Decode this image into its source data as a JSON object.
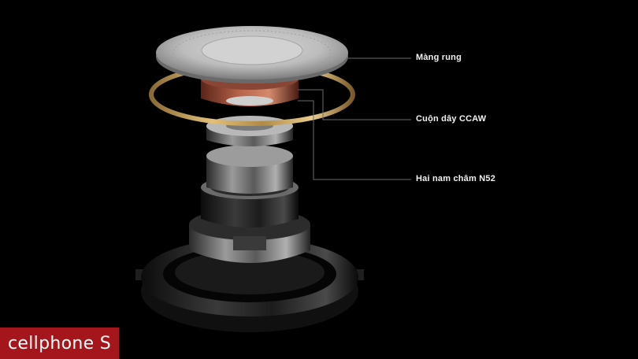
{
  "labels": {
    "diaphragm": "Màng rung",
    "coil": "Cuộn dây CCAW",
    "magnets": "Hai nam châm N52"
  },
  "brand": {
    "logo_text": "cellphone S",
    "color": "#a5151c"
  },
  "colors": {
    "background": "#000000",
    "gold_ring": "#c9a45a",
    "copper_coil": "#a4533f",
    "diaphragm": "#c8c8c8",
    "metal": "#6f6f6f"
  }
}
